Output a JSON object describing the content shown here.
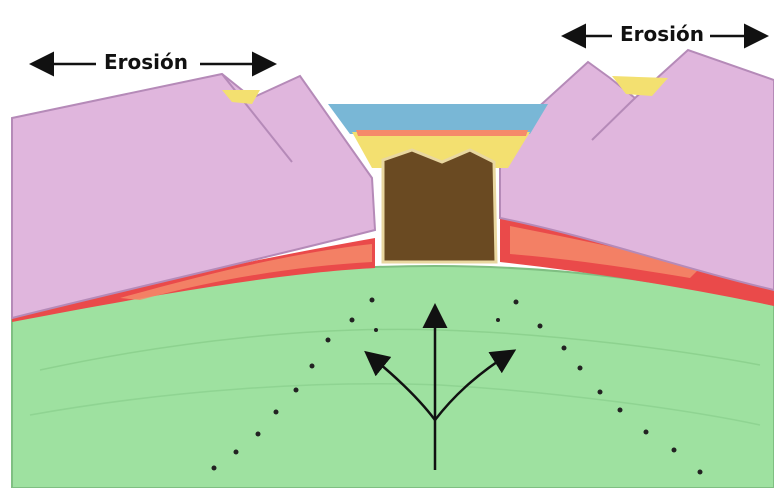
{
  "labels": {
    "erosion_left": "Erosión",
    "erosion_right": "Erosión"
  },
  "colors": {
    "background": "#ffffff",
    "mountains": "#e0b6dd",
    "mountain_outline": "#b58ab8",
    "green_base": "#9ee1a0",
    "red_layer": "#ea4a4a",
    "orange_layer": "#f58a6a",
    "yellow_layer": "#f3e070",
    "blue_layer": "#79b7d6",
    "brown_block": "#6a4a22",
    "arrows": "#111111"
  },
  "icons": {
    "left_arrow": "double-headed-arrow",
    "right_arrow": "double-headed-arrow",
    "upwelling_arrows": "three-branch-arrow"
  }
}
